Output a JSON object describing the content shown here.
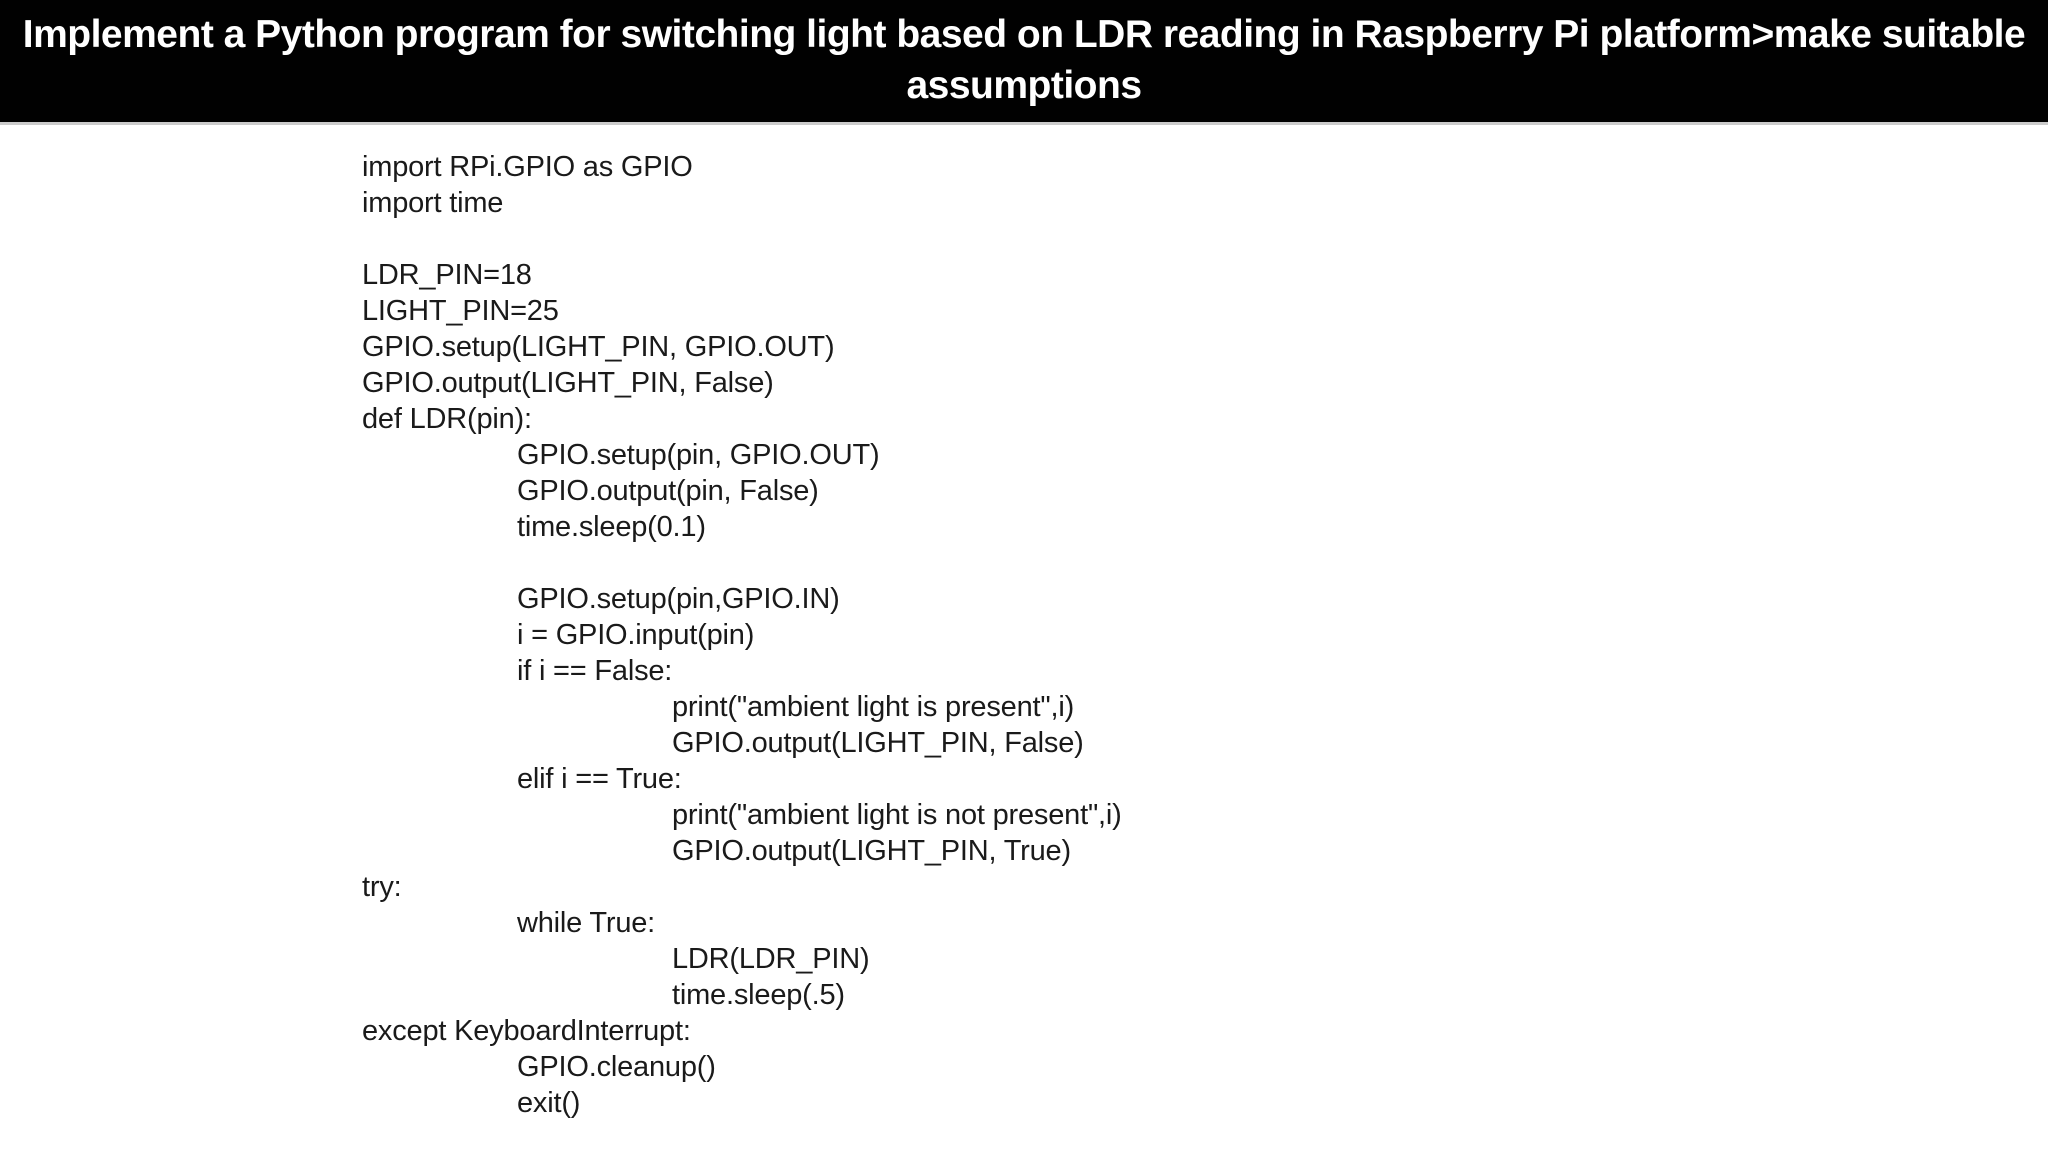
{
  "header": {
    "title": "Implement a Python program for switching light based on LDR reading in Raspberry Pi platform>make suitable assumptions",
    "title_lines": [
      "Implement a Python program for switching light based on LDR reading in Raspberry Pi platform>make suitable",
      "assumptions"
    ]
  },
  "colors": {
    "header_bg": "#010101",
    "header_fg": "#ffffff",
    "body_bg": "#ffffff",
    "code_fg": "#1a1a1a",
    "divider": "#cbcbcb"
  },
  "code": {
    "lines": [
      {
        "indent": 0,
        "text": "import RPi.GPIO as GPIO"
      },
      {
        "indent": 0,
        "text": "import time"
      },
      {
        "indent": 0,
        "text": ""
      },
      {
        "indent": 0,
        "text": "LDR_PIN=18"
      },
      {
        "indent": 0,
        "text": "LIGHT_PIN=25"
      },
      {
        "indent": 0,
        "text": "GPIO.setup(LIGHT_PIN, GPIO.OUT)"
      },
      {
        "indent": 0,
        "text": "GPIO.output(LIGHT_PIN, False)"
      },
      {
        "indent": 0,
        "text": "def LDR(pin):"
      },
      {
        "indent": 1,
        "text": "GPIO.setup(pin, GPIO.OUT)"
      },
      {
        "indent": 1,
        "text": "GPIO.output(pin, False)"
      },
      {
        "indent": 1,
        "text": "time.sleep(0.1)"
      },
      {
        "indent": 0,
        "text": ""
      },
      {
        "indent": 1,
        "text": "GPIO.setup(pin,GPIO.IN)"
      },
      {
        "indent": 1,
        "text": "i = GPIO.input(pin)"
      },
      {
        "indent": 1,
        "text": "if i == False:"
      },
      {
        "indent": 2,
        "text": "print(\"ambient light is present\",i)"
      },
      {
        "indent": 2,
        "text": "GPIO.output(LIGHT_PIN, False)"
      },
      {
        "indent": 1,
        "text": "elif i == True:"
      },
      {
        "indent": 2,
        "text": "print(\"ambient light is not present\",i)"
      },
      {
        "indent": 2,
        "text": "GPIO.output(LIGHT_PIN, True)"
      },
      {
        "indent": 0,
        "text": "try:"
      },
      {
        "indent": 1,
        "text": "while True:"
      },
      {
        "indent": 2,
        "text": "LDR(LDR_PIN)"
      },
      {
        "indent": 2,
        "text": "time.sleep(.5)"
      },
      {
        "indent": 0,
        "text": "except KeyboardInterrupt:"
      },
      {
        "indent": 1,
        "text": "GPIO.cleanup()"
      },
      {
        "indent": 1,
        "text": "exit()"
      }
    ]
  }
}
